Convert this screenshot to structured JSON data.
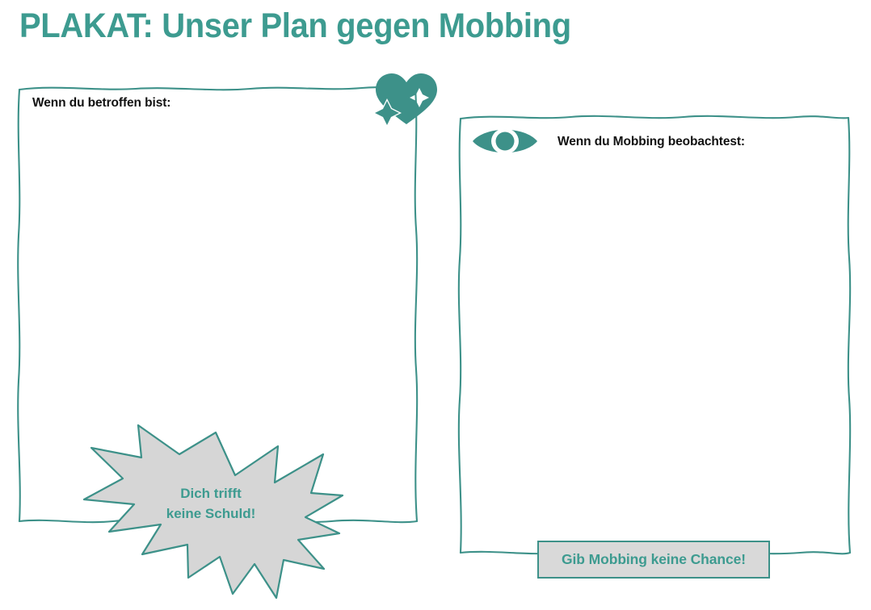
{
  "poster": {
    "title": "PLAKAT: Unser Plan gegen Mobbing",
    "accent_color": "#3d9b90",
    "outline_color": "#3d9189",
    "fill_gray": "#d9d9d9",
    "background": "#ffffff"
  },
  "panels": {
    "left": {
      "label": "Wenn du betroffen bist:",
      "content": "",
      "icon": "sparkling-heart-icon"
    },
    "right": {
      "label": "Wenn du Mobbing beobachtest:",
      "content": "",
      "icon": "eye-icon"
    }
  },
  "burst": {
    "text": "Dich trifft\nkeine Schuld!",
    "line1": "Dich trifft",
    "line2": "keine Schuld!"
  },
  "banner": {
    "text": "Gib Mobbing keine Chance!"
  },
  "icons": {
    "heart": "sparkling-heart-icon",
    "eye": "eye-icon"
  }
}
